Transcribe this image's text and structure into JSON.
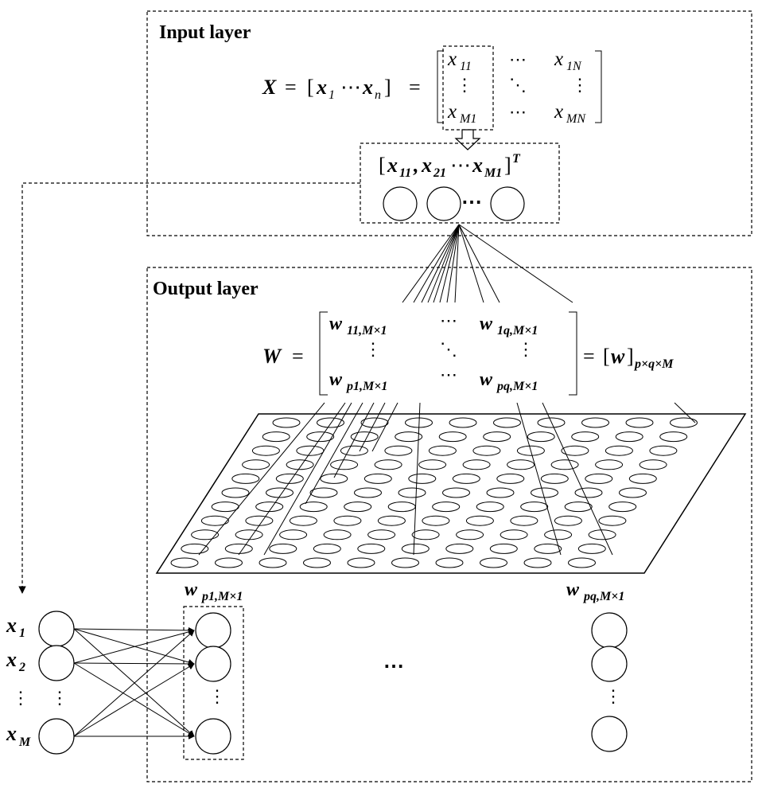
{
  "input_layer": {
    "title": "Input layer",
    "eq_X": "X",
    "eq_equals": "=",
    "eq_open": "[",
    "eq_close": "]",
    "x_var": "x",
    "sub_1": "1",
    "sub_n": "n",
    "cdots": "⋯",
    "vdots": "⋮",
    "ddots": "⋱",
    "matrix_cells": {
      "x11": "11",
      "x1N": "1N",
      "xM1": "M1",
      "xMN": "MN"
    },
    "column_vector": {
      "sub_11": "11",
      "sub_21": "21",
      "sub_M1": "M1",
      "sup_T": "T",
      "comma": ","
    }
  },
  "output_layer": {
    "title": "Output layer",
    "eq_W": "W",
    "w_var": "w",
    "subs": {
      "w11": "11,M×1",
      "w1q": "1q,M×1",
      "wp1": "p1,M×1",
      "wpq": "pq,M×1"
    },
    "rhs_w": "w",
    "rhs_sub": "p×q×M",
    "label_wp1_sub": "p1,M×1",
    "label_wpq_sub": "pq,M×1",
    "middle_dots": "⋯"
  },
  "input_nodes": {
    "x_var": "x",
    "sub_1": "1",
    "sub_2": "2",
    "sub_M": "M",
    "vdots": "⋮"
  }
}
